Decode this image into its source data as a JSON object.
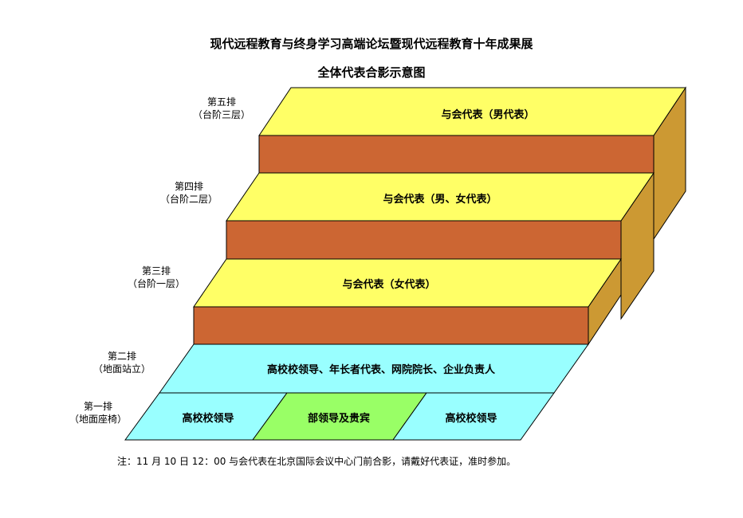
{
  "title_line1": "现代远程教育与终身学习高端论坛暨现代远程教育十年成果展",
  "title_line2": "全体代表合影示意图",
  "rows": [
    {
      "name": "第五排",
      "detail": "（台阶三层）"
    },
    {
      "name": "第四排",
      "detail": "（台阶二层）"
    },
    {
      "name": "第三排",
      "detail": "（台阶一层）"
    },
    {
      "name": "第二排",
      "detail": "（地面站立）"
    },
    {
      "name": "第一排",
      "detail": "（地面座椅）"
    }
  ],
  "areas": {
    "row5": "与会代表（男代表）",
    "row4": "与会代表（男、女代表）",
    "row3": "与会代表（女代表）",
    "row2": "高校校领导、年长者代表、网院院长、企业负责人",
    "row1_left": "高校校领导",
    "row1_center": "部领导及贵宾",
    "row1_right": "高校校领导"
  },
  "note": "注：11 月 10 日 12：00 与会代表在北京国际会议中心门前合影，请戴好代表证，准时参加。",
  "colors": {
    "step_top": "#ffff66",
    "step_front": "#cc6633",
    "step_side": "#cc9933",
    "ground": "#99ffff",
    "vip": "#99ff66"
  }
}
